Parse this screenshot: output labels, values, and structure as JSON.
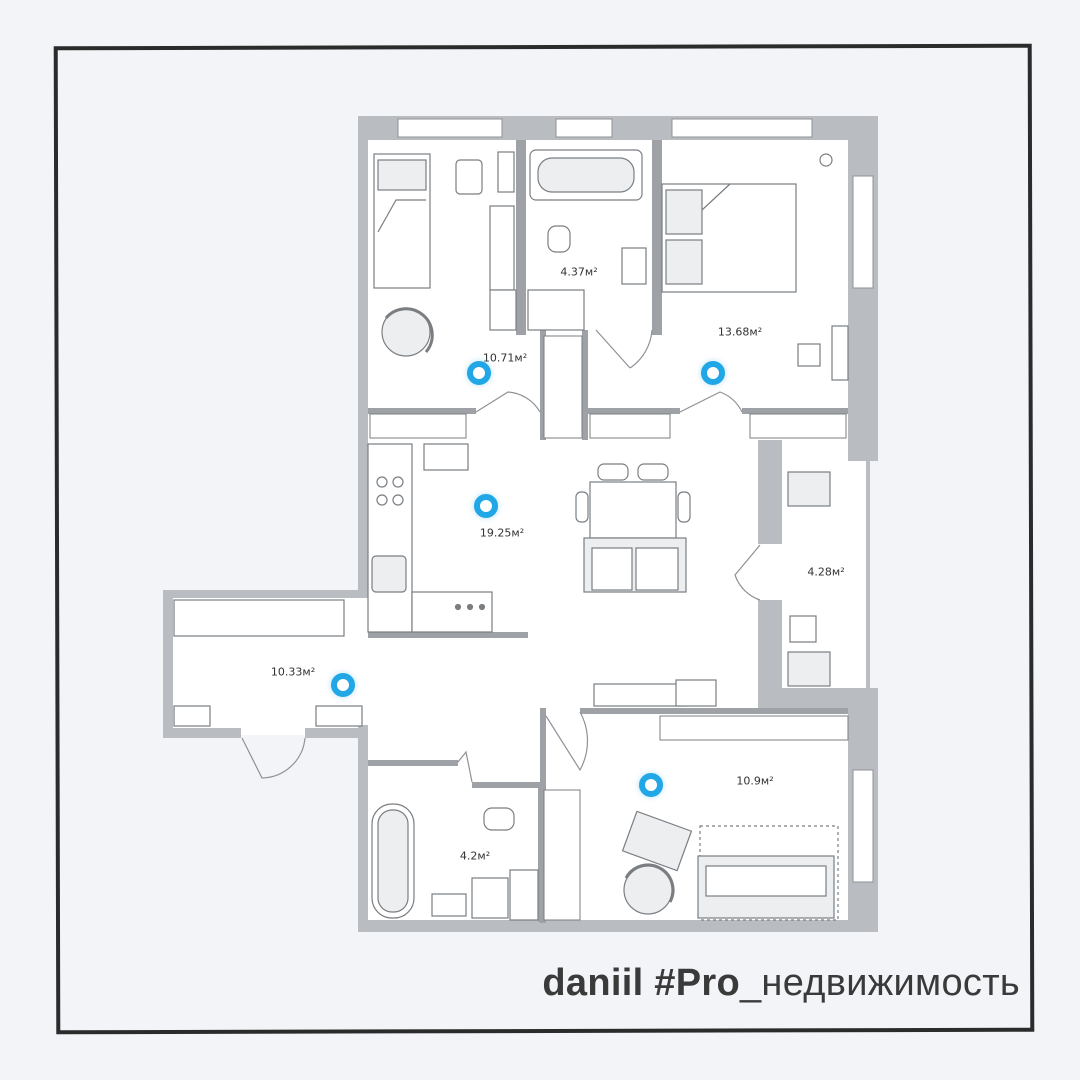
{
  "plan": {
    "rooms": [
      {
        "id": "bedroom-left",
        "area": "10.71м²"
      },
      {
        "id": "bathroom-top",
        "area": "4.37м²"
      },
      {
        "id": "bedroom-right",
        "area": "13.68м²"
      },
      {
        "id": "kitchen-living",
        "area": "19.25м²"
      },
      {
        "id": "balcony",
        "area": "4.28м²"
      },
      {
        "id": "hallway",
        "area": "10.33м²"
      },
      {
        "id": "bathroom-bottom",
        "area": "4.2м²"
      },
      {
        "id": "bedroom-bottom",
        "area": "10.9м²"
      }
    ],
    "marker_color": "#22a7e6",
    "wall_color": "#b9bcc0"
  },
  "watermark": {
    "author": "daniil #Pro",
    "topic": "_недвижимость"
  }
}
